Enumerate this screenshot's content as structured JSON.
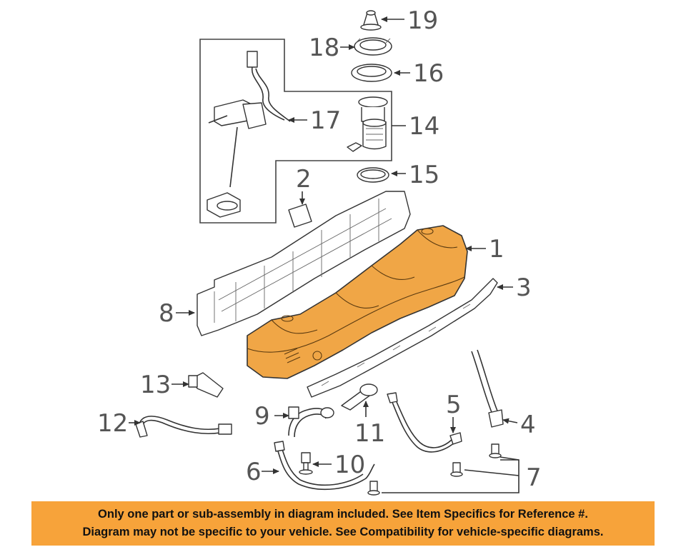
{
  "callouts": {
    "c1": "1",
    "c2": "2",
    "c3": "3",
    "c4": "4",
    "c5": "5",
    "c6": "6",
    "c7": "7",
    "c8": "8",
    "c9": "9",
    "c10": "10",
    "c11": "11",
    "c12": "12",
    "c13": "13",
    "c14": "14",
    "c15": "15",
    "c16": "16",
    "c17": "17",
    "c18": "18",
    "c19": "19"
  },
  "disclaimer": {
    "line1": "Only one part or sub-assembly in diagram included. See Item Specifics for Reference #.",
    "line2": "Diagram may not be specific to your vehicle. See Compatibility for vehicle-specific diagrams."
  },
  "colors": {
    "tank": "#F0A646",
    "banner": "#F7A33A",
    "callout_text": "#555555"
  }
}
